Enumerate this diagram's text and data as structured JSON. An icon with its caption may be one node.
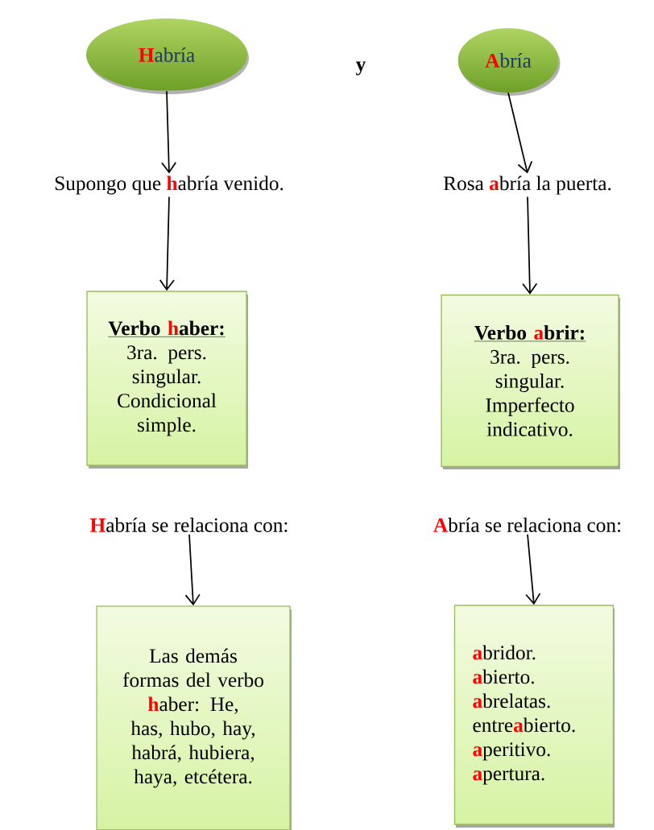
{
  "diagram": {
    "nodes": [
      {
        "text": [
          "**H**abría"
        ]
      },
      {
        "text": [
          "**A**bría"
        ]
      },
      {
        "text": [
          "Supongo que **h**abría venido."
        ]
      },
      {
        "text": [
          "Rosa **a**bría la puerta."
        ]
      },
      {
        "text": [
          "Verbo **h**aber:",
          "3ra. pers. singular. Condicional simple."
        ]
      },
      {
        "text": [
          "Verbo **a**brir:",
          "3ra. pers. singular. Imperfecto indicativo."
        ]
      },
      {
        "text": [
          "**H**abría se relaciona con:"
        ]
      },
      {
        "text": [
          "**A**bría se relaciona con:"
        ]
      },
      {
        "text": [
          "Las demás formas del verbo **h**aber: He, has, hubo, hay, habrá, hubiera, haya, etcétera."
        ]
      },
      {
        "text": [
          "**a**bridor.",
          "**a**bierto.",
          "**a**brelatas.",
          "entre**a**bierto.",
          "**a**peritivo.",
          "**a**pertura."
        ]
      }
    ],
    "edges": [
      {
        "from": 0,
        "to": 2,
        "arrow": "to"
      },
      {
        "from": 2,
        "to": 4,
        "arrow": "to"
      },
      {
        "from": 1,
        "to": 3,
        "arrow": "to"
      },
      {
        "from": 3,
        "to": 5,
        "arrow": "to"
      },
      {
        "from": 6,
        "to": 8,
        "arrow": "to"
      },
      {
        "from": 7,
        "to": 9,
        "arrow": "to"
      }
    ],
    "labels": [
      "y"
    ]
  }
}
